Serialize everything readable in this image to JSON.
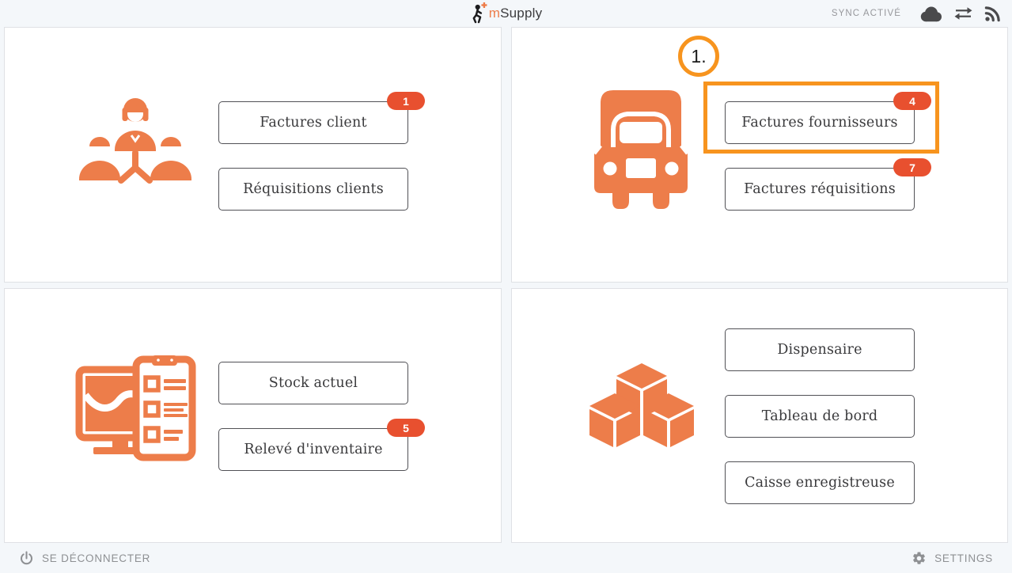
{
  "header": {
    "logo_prefix": "m",
    "logo_suffix": "Supply",
    "sync_status": "SYNC ACTIVÉ"
  },
  "annotation": {
    "step": "1."
  },
  "cards": {
    "customer": {
      "buttons": [
        {
          "label": "Factures client",
          "badge": "1"
        },
        {
          "label": "Réquisitions clients"
        }
      ]
    },
    "supplier": {
      "buttons": [
        {
          "label": "Factures fournisseurs",
          "badge": "4",
          "highlighted": true
        },
        {
          "label": "Factures réquisitions",
          "badge": "7"
        }
      ]
    },
    "stock": {
      "buttons": [
        {
          "label": "Stock actuel"
        },
        {
          "label": "Relevé d'inventaire",
          "badge": "5"
        }
      ]
    },
    "modules": {
      "buttons": [
        {
          "label": "Dispensaire"
        },
        {
          "label": "Tableau de bord"
        },
        {
          "label": "Caisse enregistreuse"
        }
      ]
    }
  },
  "footer": {
    "logout": "SE DÉCONNECTER",
    "settings": "SETTINGS"
  },
  "colors": {
    "icon_orange": "#ed7d4a",
    "badge_red_orange": "#e8502f",
    "annotation_orange": "#f7941e",
    "button_text": "#3a3a3c",
    "muted_text": "#8e9093",
    "dark_icon": "#4a4a4c",
    "page_background": "#f4f7fa"
  }
}
